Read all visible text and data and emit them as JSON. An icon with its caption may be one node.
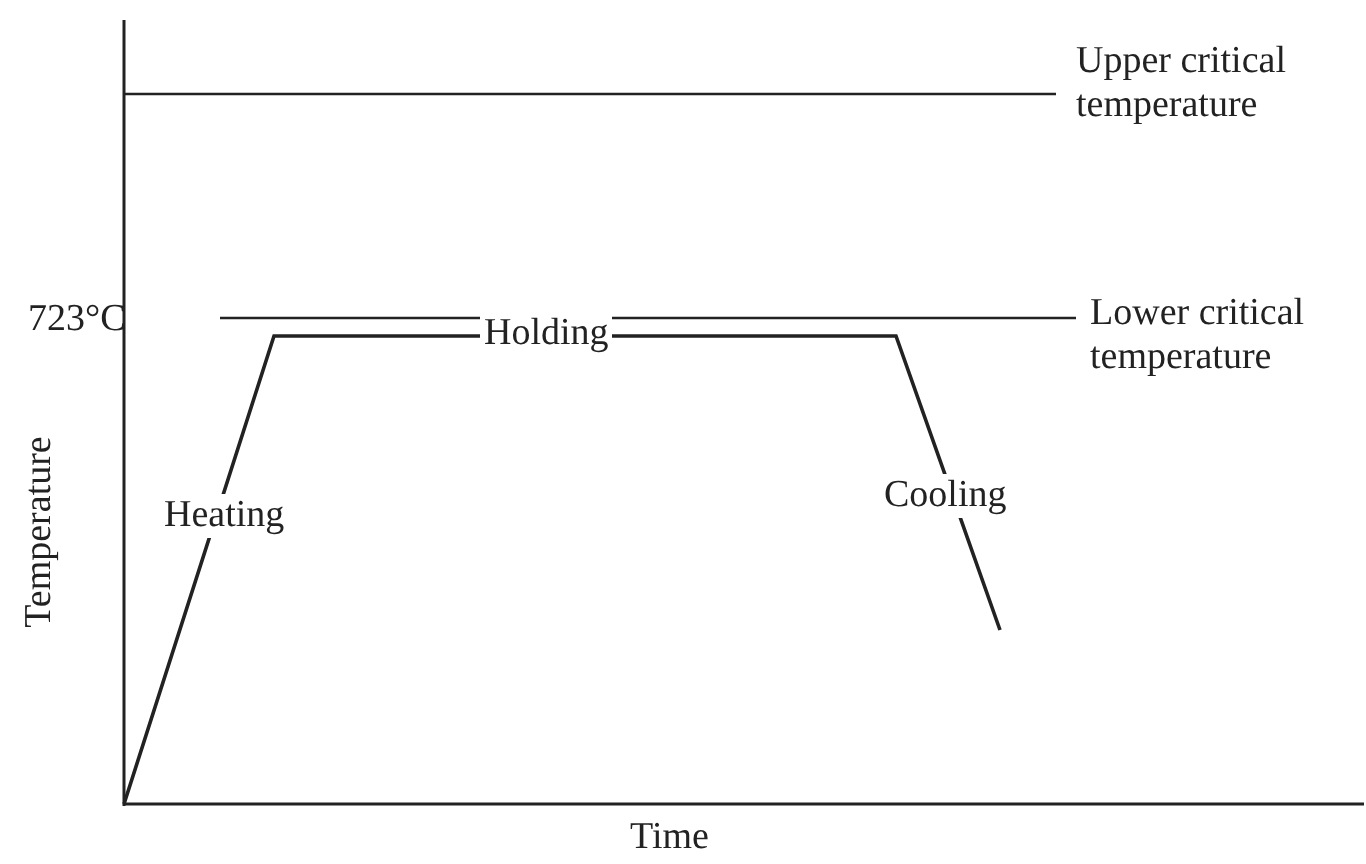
{
  "diagram": {
    "labels": [
      "Upper critical temperature",
      "723°C",
      "Lower critical temperature",
      "Holding",
      "Heating",
      "Cooling",
      "Temperature",
      "Time"
    ]
  }
}
